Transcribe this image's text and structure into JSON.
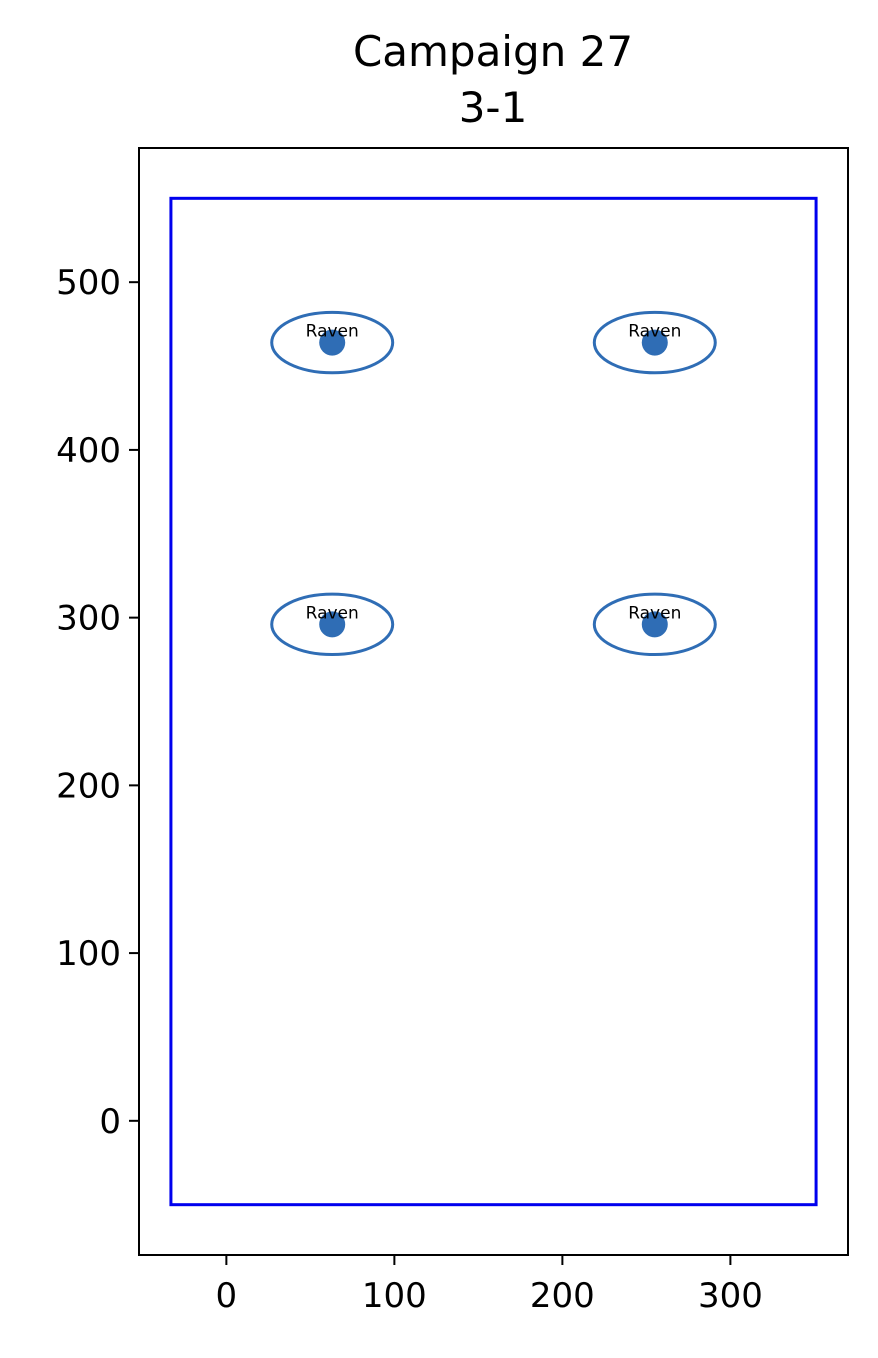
{
  "chart_data": {
    "type": "scatter",
    "title": "Campaign 27",
    "subtitle": "3-1",
    "xlabel": "",
    "ylabel": "",
    "xlim": [
      -52,
      370
    ],
    "ylim": [
      -80,
      580
    ],
    "x_ticks": [
      0,
      100,
      200,
      300
    ],
    "y_ticks": [
      0,
      100,
      200,
      300,
      400,
      500
    ],
    "grid": false,
    "boundary": {
      "x": [
        -33,
        351
      ],
      "y": [
        -50,
        550
      ],
      "color": "#0000ee"
    },
    "marker_color": "#2f6db5",
    "points": [
      {
        "label": "Raven",
        "x": 63,
        "y": 464,
        "rx": 36,
        "ry": 18
      },
      {
        "label": "Raven",
        "x": 255,
        "y": 464,
        "rx": 36,
        "ry": 18
      },
      {
        "label": "Raven",
        "x": 63,
        "y": 296,
        "rx": 36,
        "ry": 18
      },
      {
        "label": "Raven",
        "x": 255,
        "y": 296,
        "rx": 36,
        "ry": 18
      }
    ]
  }
}
